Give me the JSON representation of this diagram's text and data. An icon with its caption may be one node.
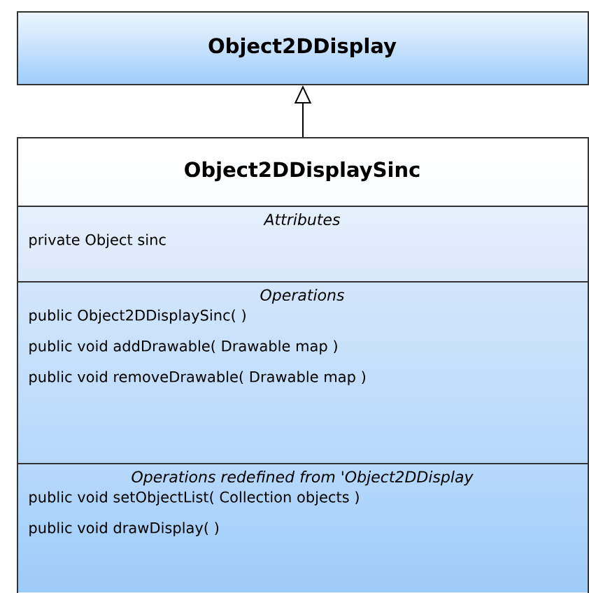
{
  "diagram": {
    "nodes": [
      {
        "text": [
          "Object2DDisplay"
        ]
      },
      {
        "text": [
          "Object2DDisplaySinc"
        ]
      },
      {
        "text": [
          "Attributes",
          "private Object sinc"
        ],
        "in": 1
      },
      {
        "text": [
          "Operations",
          "public Object2DDisplaySinc( )",
          "public void  addDrawable( Drawable map )",
          "public void  removeDrawable( Drawable map )"
        ],
        "in": 1
      },
      {
        "text": [
          "Operations redefined from 'Object2DDisplay",
          "public void  setObjectList( Collection objects )",
          "public void  drawDisplay( )"
        ],
        "in": 1
      }
    ],
    "edges": [
      {
        "from": 1,
        "to": 0,
        "arrow": "to"
      }
    ]
  }
}
